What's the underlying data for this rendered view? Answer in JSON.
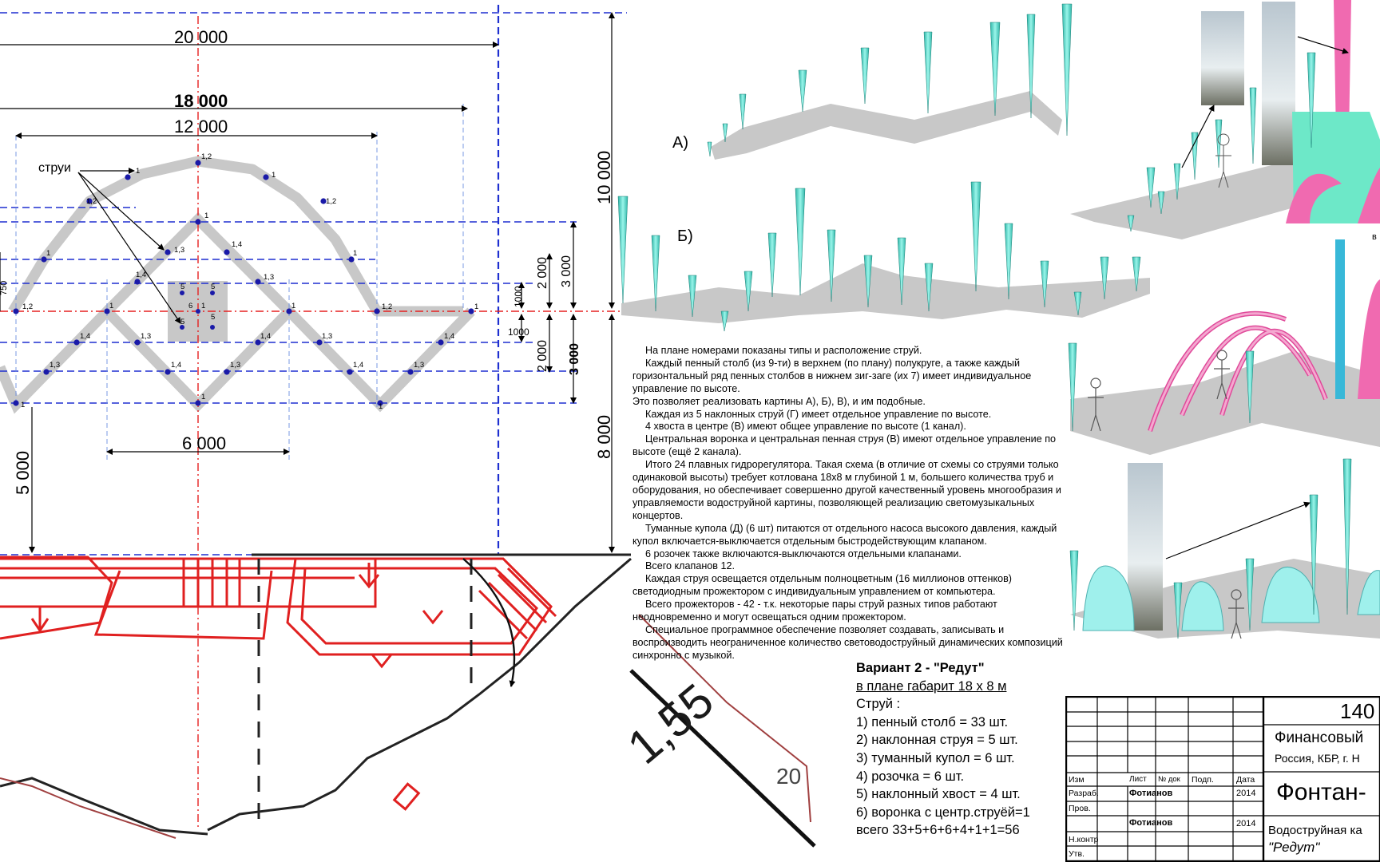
{
  "plan": {
    "dims_top": [
      "20 000",
      "18 000",
      "12 000"
    ],
    "dim_bottom_center": "6 000",
    "dims_right": [
      "10 000",
      "8 000",
      "3 000",
      "2 000",
      "1000",
      "1000",
      "2 000",
      "3 000"
    ],
    "dims_left": [
      "5 000",
      "750"
    ],
    "jets_label": "струи",
    "jet_labels": {
      "arc_top": "1,2",
      "arc_outer": "1",
      "arc_mid": "1,2",
      "arc_low": "1",
      "arc_end": "1,2",
      "diamond_top": "1",
      "diamond_14": "1,4",
      "diamond_13": "1,3",
      "center": [
        "5",
        "5",
        "6",
        "1",
        "5",
        "5"
      ],
      "zig_mid": "1",
      "row_14": "1,4",
      "row_13": "1,3",
      "bottom": "1"
    },
    "scale_mark": "1,55",
    "drawing_number_fragment": "20"
  },
  "views": {
    "view_a": "А)",
    "view_b": "Б)",
    "view_v_partial": "в"
  },
  "notes": [
    "На плане номерами показаны типы и расположение струй.",
    "Каждый пенный столб (из 9-ти) в верхнем (по плану)  полукруге, а также каждый горизонтальный ряд пенных столбов в нижнем зиг-заге (их 7) имеет индивидуальное управление по высоте.",
    "Это позволяет реализовать картины А), Б), В),  и им подобные.",
    "Каждая из 5 наклонных струй (Г) имеет отдельное управление по высоте.",
    "4  хвоста в центре (В) имеют общее управление по высоте (1 канал).",
    "Центральная воронка и центральная пенная струя (В) имеют отдельное управление по высоте (ещё 2 канала).",
    "Итого 24  плавных гидрорегулятора. Такая схема (в отличие от схемы со струями  только одинаковой высоты) требует котлована 18х8 м глубиной 1 м, большего количества труб и оборудования, но обеспечивает совершенно другой качественный уровень  многообразия и управляемости водоструйной картины, позволяющей реализацию светомузыкальных концертов.",
    "Туманные купола (Д) (6 шт) питаются от отдельного насоса высокого давления, каждый купол включается-выключается отдельным быстродействующим клапаном.",
    "6 розочек также включаются-выключаются отдельными клапанами.",
    "Всего клапанов 12.",
    "Каждая струя освещается отдельным полноцветным (16 миллионов оттенков) светодиодным прожектором с индивидуальным управлением от компьютера.",
    "Всего прожекторов - 42 - т.к. некоторые пары струй разных типов работают неодновременно и могут освещаться одним прожектором.",
    "Специальное программное обеспечение позволяет создавать, записывать и воспроизводить неограниченное количество световодоструйный динамических композиций синхронно с музыкой."
  ],
  "variant": {
    "title": "Вариант 2  -  \"Редут\"",
    "subtitle": "в плане габарит 18 х 8 м",
    "jets_heading": "Струй :",
    "items": [
      "1) пенный столб = 33 шт.",
      "2) наклонная струя = 5 шт.",
      "3) туманный купол = 6 шт.",
      "4) розочка = 6 шт.",
      "5) наклонный хвост = 4 шт.",
      "6) воронка с центр.струёй=1"
    ],
    "total": "всего 33+5+6+6+4+1+1=56"
  },
  "title_block": {
    "number": "140",
    "org_line1": "Финансовый",
    "org_line2": "Россия, КБР, г. Н",
    "labels": {
      "izm": "Изм",
      "list": "Лист",
      "ndoc": "№ док",
      "podp": "Подп.",
      "data": "Дата",
      "razrab": "Разраб.",
      "prov": "Пров.",
      "nkontr": "Н.контр",
      "utv": "Утв."
    },
    "author": "Фотианов",
    "author2": "Фотианов",
    "year": "2014",
    "year2": "2014",
    "project_title": "Фонтан-",
    "project_sub1": "Водоструйная ка",
    "project_sub2": "\"Редут\""
  },
  "colors": {
    "dim_blue": "#1f2fd0",
    "axis_red": "#e52020",
    "path_gray": "#c8c8c8",
    "jet_cyan": "#6de6d6",
    "pink": "#f06ab0",
    "jet_dot": "#1a1aa8"
  }
}
